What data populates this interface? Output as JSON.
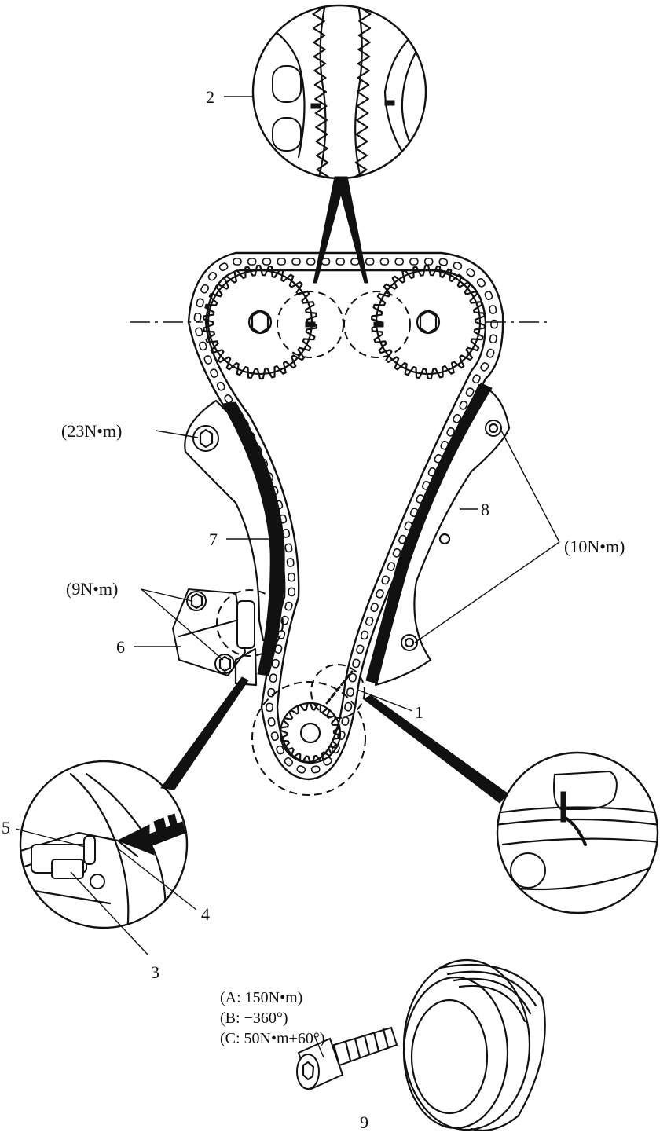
{
  "labels": {
    "l1": "1",
    "l2": "2",
    "l3": "3",
    "l4": "4",
    "l5": "5",
    "l6": "6",
    "l7": "7",
    "l8": "8",
    "l9": "9"
  },
  "torques": {
    "left_guide_bolt": "(23N•m)",
    "tensioner_bolts": "(9N•m)",
    "right_guide_bolts": "(10N•m)"
  },
  "crank_bolt_spec": {
    "a": "(A: 150N•m)",
    "b": "(B: −360°)",
    "c": "(C: 50N•m+60°)"
  },
  "colors": {
    "ink": "#111111",
    "paper": "#ffffff"
  }
}
